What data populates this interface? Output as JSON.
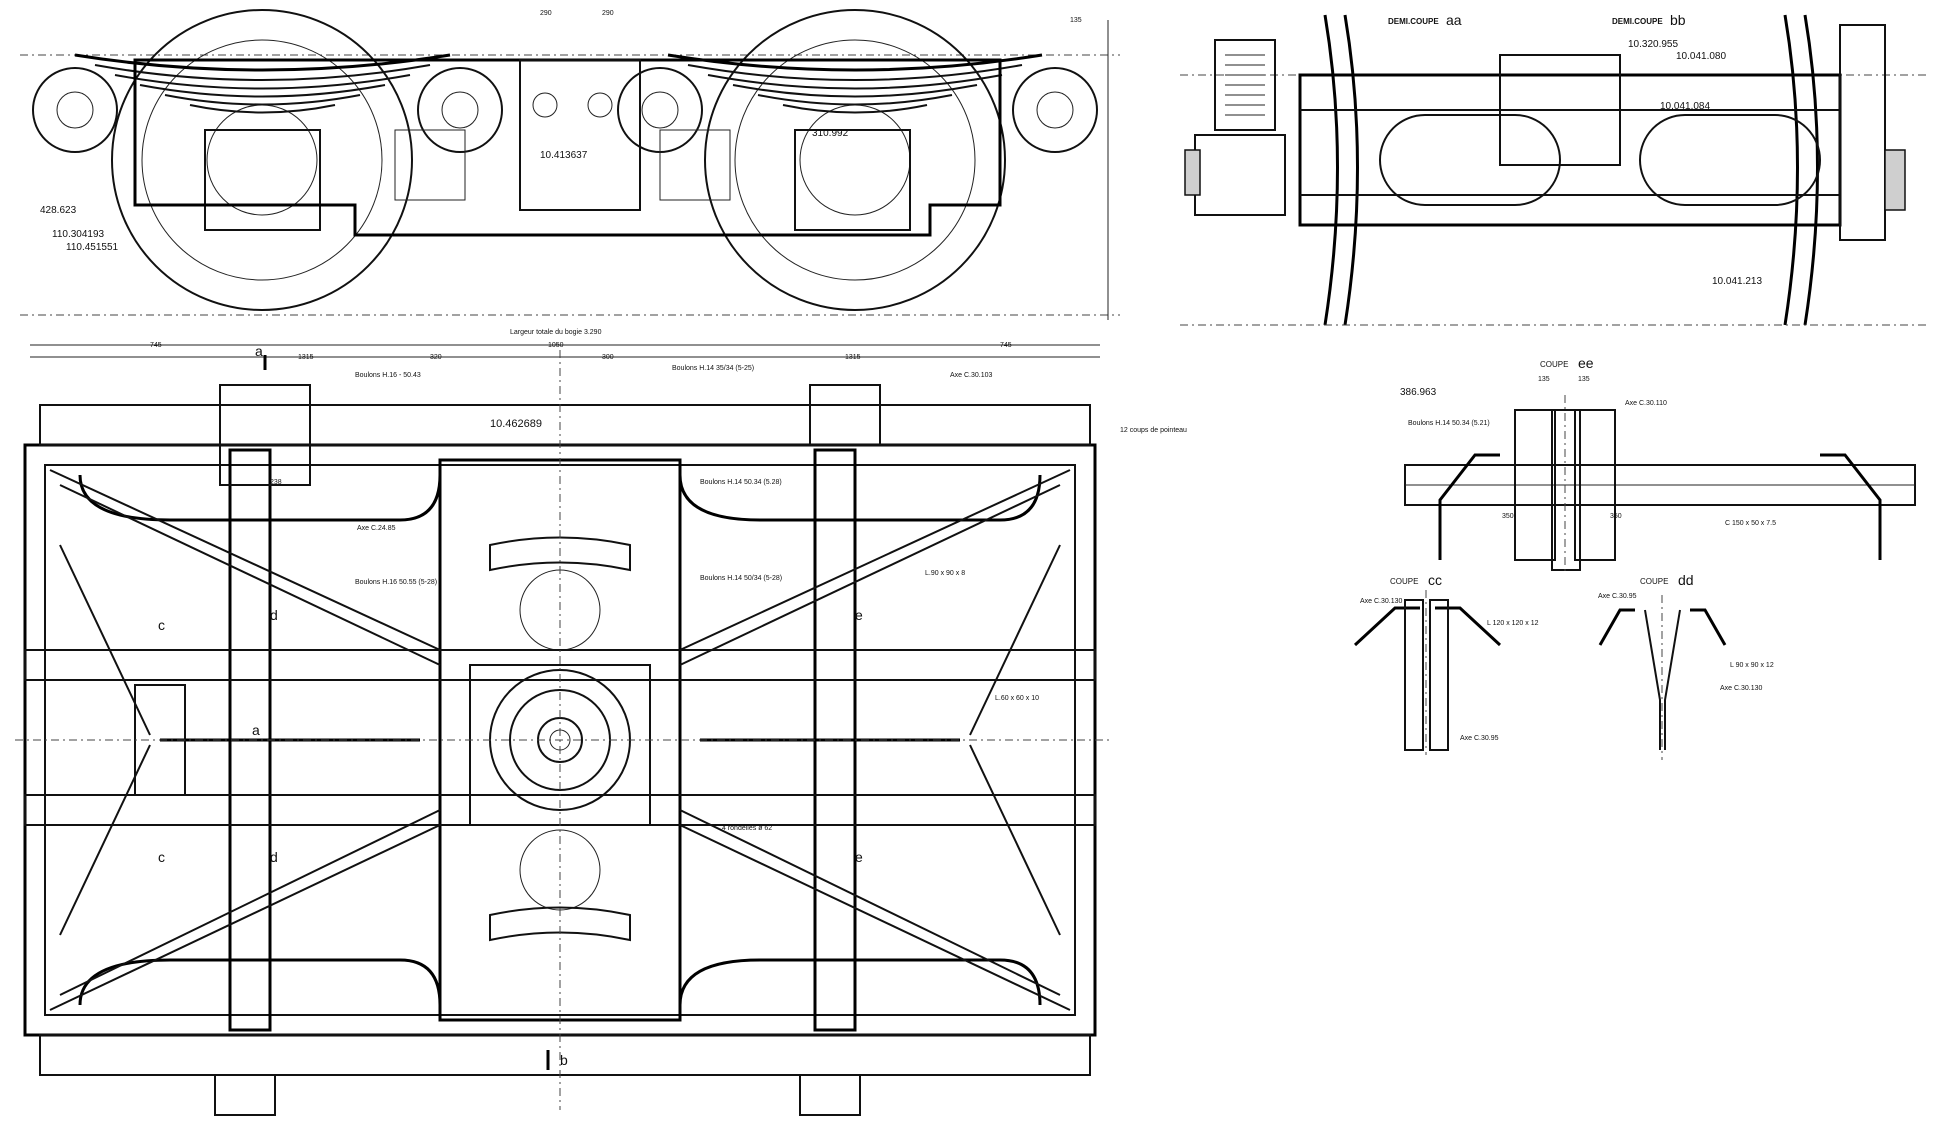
{
  "labels": {
    "ref_428": "428.623",
    "ref_110a": "110.304193",
    "ref_110b": "110.451551",
    "ref_10413": "10.413637",
    "ref_310": "310.992",
    "ref_10462": "10.462689",
    "ref_386": "386.963",
    "ref_10320": "10.320.955",
    "ref_10041080": "10.041.080",
    "ref_10041084": "10.041.084",
    "ref_10041213": "10.041.213",
    "largeur": "Largeur totale du bogie 3.290",
    "demi_aa_prefix": "DEMI.COUPE",
    "demi_aa_letters": "aa",
    "demi_bb_prefix": "DEMI.COUPE",
    "demi_bb_letters": "bb",
    "coupe_ee_prefix": "COUPE",
    "coupe_ee_letters": "ee",
    "coupe_cc_prefix": "COUPE",
    "coupe_cc_letters": "cc",
    "coupe_dd_prefix": "COUPE",
    "coupe_dd_letters": "dd",
    "sec_a_top": "a",
    "sec_a_mid": "a",
    "sec_b": "b",
    "sec_c_top": "c",
    "sec_c_bot": "c",
    "sec_d_top": "d",
    "sec_d_bot": "d",
    "sec_e_top": "e",
    "sec_e_bot": "e",
    "dim_290a": "290",
    "dim_290b": "290",
    "dim_135": "135",
    "dim_745a": "745",
    "dim_745b": "745",
    "dim_1050": "1050",
    "dim_320": "320",
    "dim_300": "300",
    "dim_1315a": "1315",
    "dim_1315b": "1315",
    "dim_238": "238",
    "dim_ee_135a": "135",
    "dim_ee_135b": "135",
    "dim_350a": "350",
    "dim_350b": "350",
    "note_boulons_1": "Boulons H.16 - 50.43",
    "note_boulons_2": "Boulons H.14 35/34 (5-25)",
    "note_boulons_3": "Boulons H.14 50.34 (5.28)",
    "note_boulons_4": "Boulons H.14 50/34 (5-28)",
    "note_boulons_5": "Boulons H.16 50.55 (5-28)",
    "note_axe_1": "Axe C.24.85",
    "note_axe_2": "Axe C.30.103",
    "note_angle": "L.90 x 90 x 8",
    "note_rondelles": "4 rondelles ø 62",
    "note_longer": "L.60 x 60 x 10",
    "note_c150": "C 150 x 50 x 7.5",
    "note_ee_axe": "Axe C.30.110",
    "note_ee_boulons": "Boulons H.14 50.34 (5.21)",
    "note_cc_axe": "Axe C.30.130",
    "note_cc_L": "L 120 x 120 x 12",
    "note_cc_axe2": "Axe C.30.95",
    "note_dd_axe": "Axe C.30.95",
    "note_dd_L": "L 90 x 90 x 12",
    "note_dd_axe2": "Axe C.30.130",
    "note_to_left": "12 coups de pointeau"
  }
}
